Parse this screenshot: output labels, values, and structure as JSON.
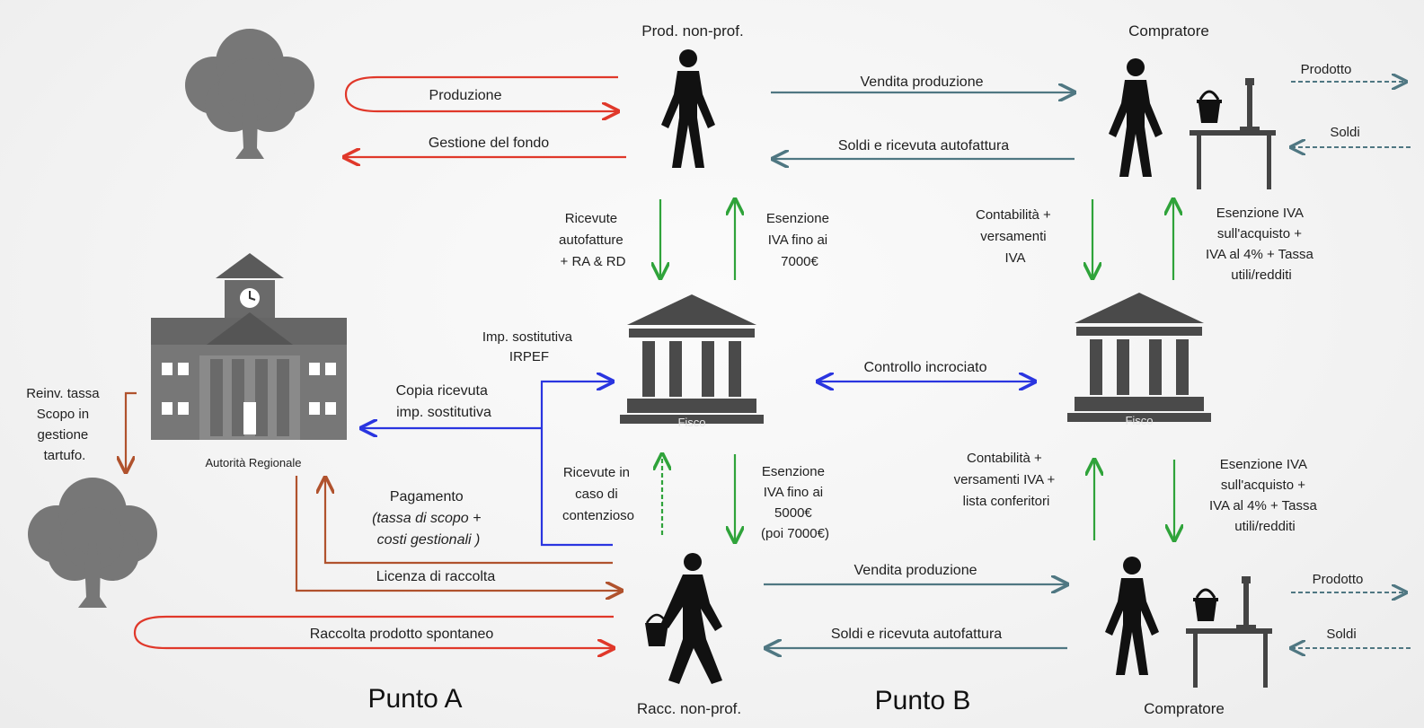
{
  "actors": {
    "prod_non_prof": "Prod. non-prof.",
    "compratore_top": "Compratore",
    "racc_non_prof": "Racc. non-prof.",
    "compratore_bottom": "Compratore"
  },
  "buildings": {
    "autorita": "Autorità Regionale",
    "fisco_left": "Fisco",
    "fisco_right": "Fisco"
  },
  "points": {
    "a": "Punto A",
    "b": "Punto B"
  },
  "flows": {
    "produzione": "Produzione",
    "gestione_fondo": "Gestione del fondo",
    "vendita_top": "Vendita produzione",
    "soldi_ricevuta_top": "Soldi e ricevuta autofattura",
    "prodotto_top": "Prodotto",
    "soldi_top": "Soldi",
    "ricevute_autofatture": [
      "Ricevute",
      "autofatture",
      "+ RA & RD"
    ],
    "esenzione_7000": [
      "Esenzione",
      "IVA fino ai",
      "7000€"
    ],
    "contabilita_top": [
      "Contabilità +",
      "versamenti",
      "IVA"
    ],
    "esenzione_iva_top": [
      "Esenzione IVA",
      "sull'acquisto +",
      "IVA al 4% + Tassa",
      "utili/redditi"
    ],
    "imp_sostitutiva": [
      "Imp. sostitutiva",
      "IRPEF"
    ],
    "copia_ricevuta": [
      "Copia ricevuta",
      "imp. sostitutiva"
    ],
    "controllo": "Controllo incrociato",
    "reinv": [
      "Reinv. tassa",
      "Scopo in",
      "gestione",
      "tartufo."
    ],
    "ricevute_contenzioso": [
      "Ricevute in",
      "caso di",
      "contenzioso"
    ],
    "esenzione_5000": [
      "Esenzione",
      "IVA fino ai",
      "5000€",
      "(poi 7000€)"
    ],
    "contabilita_bottom": [
      "Contabilità +",
      "versamenti IVA +",
      "lista conferitori"
    ],
    "esenzione_iva_bottom": [
      "Esenzione IVA",
      "sull'acquisto +",
      "IVA al 4% + Tassa",
      "utili/redditi"
    ],
    "pagamento": [
      "Pagamento",
      "(tassa di scopo +",
      "costi gestionali )"
    ],
    "licenza": "Licenza di raccolta",
    "raccolta": "Raccolta prodotto spontaneo",
    "vendita_bottom": "Vendita produzione",
    "soldi_ricevuta_bottom": "Soldi e ricevuta autofattura",
    "prodotto_bottom": "Prodotto",
    "soldi_bottom": "Soldi"
  },
  "colors": {
    "red": "#e0382a",
    "teal": "#4f7782",
    "green": "#2fa33a",
    "blue": "#2a35e0",
    "brown": "#b0522d",
    "dark": "#111111",
    "grey": "#777777"
  },
  "icons": [
    "tree-icon",
    "person-icon",
    "walking-person-basket-icon",
    "bank-building-icon",
    "town-hall-icon",
    "market-stall-scale-icon"
  ]
}
